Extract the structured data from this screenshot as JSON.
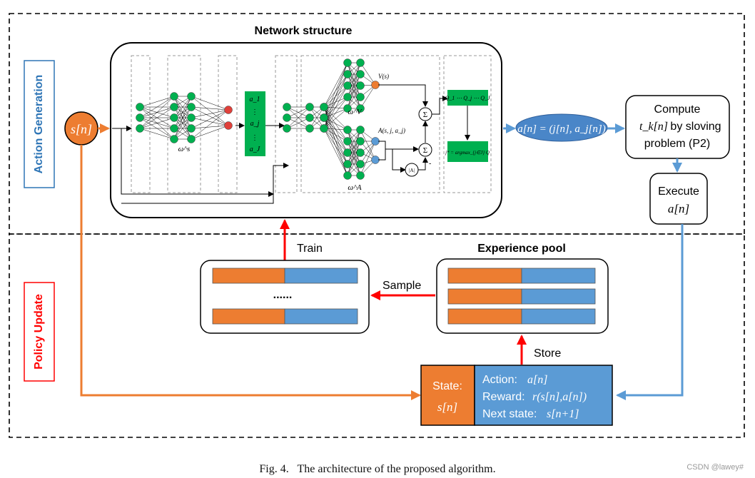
{
  "labels": {
    "network_title": "Network structure",
    "action_generation": "Action Generation",
    "policy_update": "Policy Update",
    "state_input": "s[n]",
    "omega_s": "ω^s",
    "omega_V": "ω^V",
    "omega_A": "ω^A",
    "value_label": "V(s)",
    "advantage_label": "A(s, j, a_j)",
    "sum_symbol": "Σ",
    "abs_A": "|A|",
    "minus_sign": "-",
    "a1": "a_1",
    "aj": "a_j",
    "aJ": "a_J",
    "dots": "⋮",
    "q_values": "Q_1 ⋯ Q_j ⋯ Q_J",
    "argmax": "j* = argmax_{j∈J} Q",
    "action_output": "a[n] = (j[n], a_j[n])",
    "compute_line1": "Compute",
    "compute_math": "t_k[n]",
    "compute_line2": "by sloving",
    "compute_line3": "problem (P2)",
    "execute_line1": "Execute",
    "execute_math": "a[n]",
    "train": "Train",
    "sample": "Sample",
    "store": "Store",
    "experience_pool": "Experience pool",
    "ellipsis": "......",
    "state_box_line1": "State:",
    "state_box_line2": "s[n]",
    "action_label": "Action:",
    "action_val": "a[n]",
    "reward_label": "Reward:",
    "reward_val": "r(s[n],a[n])",
    "next_state_label": "Next state:",
    "next_state_val": "s[n+1]",
    "caption": "Fig. 4.   The architecture of the proposed algorithm.",
    "watermark": "CSDN @lawey#"
  },
  "colors": {
    "orange": "#ED7D31",
    "blue": "#5B9BD5",
    "neuron_green": "#00B050",
    "node_red": "#E0403A",
    "box_green": "#00B050",
    "arrow_red": "#FF0000",
    "arrow_blue": "#5B9BD5",
    "arrow_orange": "#ED7D31",
    "label_blue": "#2E75B6",
    "label_red": "#FF0000",
    "ellipse_blue": "#4A86C8"
  }
}
